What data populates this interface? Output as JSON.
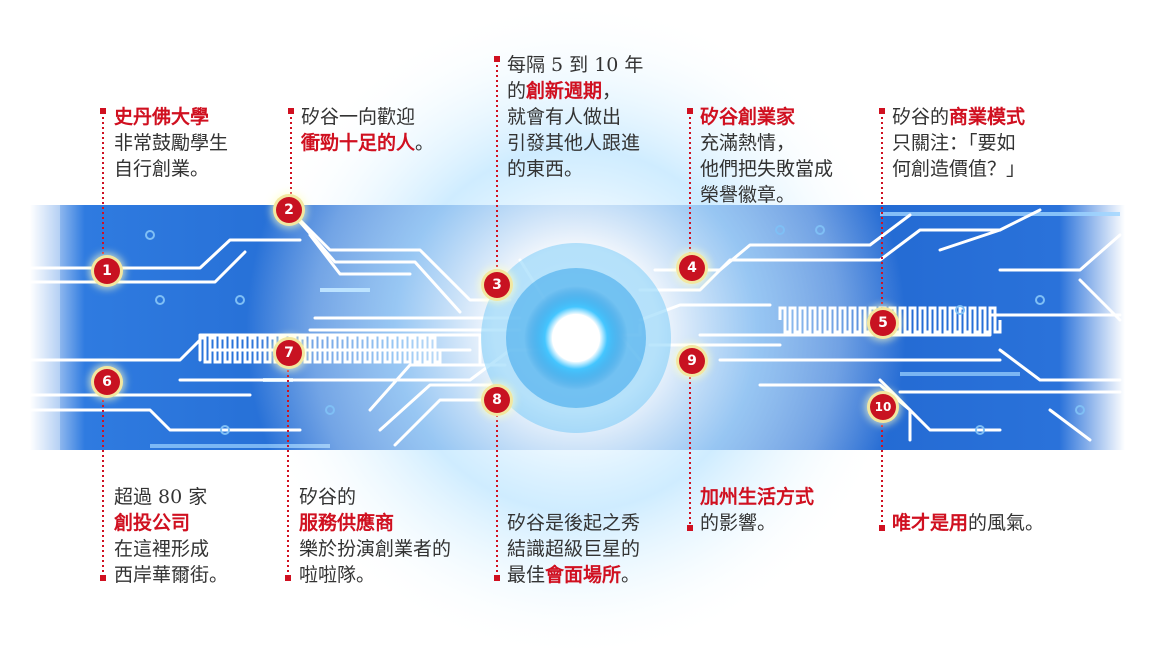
{
  "markers": [
    "1",
    "2",
    "3",
    "4",
    "5",
    "6",
    "7",
    "8",
    "9",
    "10"
  ],
  "captions": [
    {
      "id": "1",
      "lines": [
        [
          {
            "t": "史丹佛大學",
            "h": true
          }
        ],
        [
          {
            "t": "非常鼓勵學生",
            "h": false
          }
        ],
        [
          {
            "t": "自行創業。",
            "h": false
          }
        ]
      ]
    },
    {
      "id": "2",
      "lines": [
        [
          {
            "t": "矽谷一向歡迎",
            "h": false
          }
        ],
        [
          {
            "t": "衝勁十足的人",
            "h": true
          },
          {
            "t": "。",
            "h": false
          }
        ]
      ]
    },
    {
      "id": "3",
      "lines": [
        [
          {
            "t": "每隔 5 到 10 年",
            "h": false
          }
        ],
        [
          {
            "t": "的",
            "h": false
          },
          {
            "t": "創新週期",
            "h": true
          },
          {
            "t": "，",
            "h": false
          }
        ],
        [
          {
            "t": "就會有人做出",
            "h": false
          }
        ],
        [
          {
            "t": "引發其他人跟進",
            "h": false
          }
        ],
        [
          {
            "t": "的東西。",
            "h": false
          }
        ]
      ]
    },
    {
      "id": "4",
      "lines": [
        [
          {
            "t": "矽谷創業家",
            "h": true
          }
        ],
        [
          {
            "t": "充滿熱情，",
            "h": false
          }
        ],
        [
          {
            "t": "他們把失敗當成",
            "h": false
          }
        ],
        [
          {
            "t": "榮譽徽章。",
            "h": false
          }
        ]
      ]
    },
    {
      "id": "5",
      "lines": [
        [
          {
            "t": "矽谷的",
            "h": false
          },
          {
            "t": "商業模式",
            "h": true
          }
        ],
        [
          {
            "t": "只關注：「要如",
            "h": false
          }
        ],
        [
          {
            "t": "何創造價值？」",
            "h": false
          }
        ]
      ]
    },
    {
      "id": "6",
      "lines": [
        [
          {
            "t": "超過 80 家",
            "h": false
          }
        ],
        [
          {
            "t": "創投公司",
            "h": true
          }
        ],
        [
          {
            "t": "在這裡形成",
            "h": false
          }
        ],
        [
          {
            "t": "西岸華爾街。",
            "h": false
          }
        ]
      ]
    },
    {
      "id": "7",
      "lines": [
        [
          {
            "t": "矽谷的",
            "h": false
          }
        ],
        [
          {
            "t": "服務供應商",
            "h": true
          }
        ],
        [
          {
            "t": "樂於扮演創業者的",
            "h": false
          }
        ],
        [
          {
            "t": "啦啦隊。",
            "h": false
          }
        ]
      ]
    },
    {
      "id": "8",
      "lines": [
        [
          {
            "t": "矽谷是後起之秀",
            "h": false
          }
        ],
        [
          {
            "t": "結識超級巨星的",
            "h": false
          }
        ],
        [
          {
            "t": "最佳",
            "h": false
          },
          {
            "t": "會面場所",
            "h": true
          },
          {
            "t": "。",
            "h": false
          }
        ]
      ]
    },
    {
      "id": "9",
      "lines": [
        [
          {
            "t": "加州生活方式",
            "h": true
          }
        ],
        [
          {
            "t": "的影響。",
            "h": false
          }
        ]
      ]
    },
    {
      "id": "10",
      "lines": [
        [
          {
            "t": "唯才是用",
            "h": true
          },
          {
            "t": "的風氣。",
            "h": false
          }
        ]
      ]
    }
  ],
  "colors": {
    "accent": "#d01020",
    "marker": "#c81221",
    "board": "#1a5fc8",
    "trace": "#ffffff",
    "text": "#333333"
  }
}
